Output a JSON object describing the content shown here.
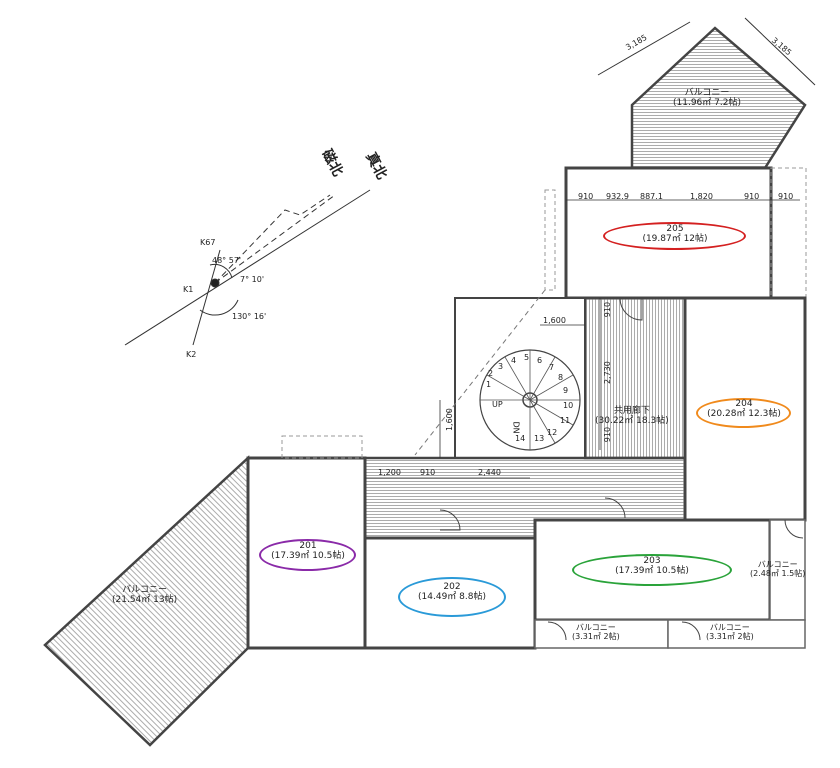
{
  "compass": {
    "true_north": "真北",
    "magnetic_north": "磁北",
    "angle_1": "48° 57'",
    "angle_2": "7° 10'",
    "angle_3": "130° 16'",
    "point_k67": "K67",
    "point_k1": "K1",
    "point_k2": "K2"
  },
  "rooms": {
    "r205": {
      "number": "205",
      "area": "(19.87㎡ 12帖)"
    },
    "r204": {
      "number": "204",
      "area": "(20.28㎡ 12.3帖)"
    },
    "r203": {
      "number": "203",
      "area": "(17.39㎡ 10.5帖)"
    },
    "r202": {
      "number": "202",
      "area": "(14.49㎡ 8.8帖)"
    },
    "r201": {
      "number": "201",
      "area": "(17.39㎡ 10.5帖)"
    }
  },
  "corridor": {
    "name": "共用廊下",
    "area": "(30.22㎡ 18.3帖)"
  },
  "balconies": {
    "top": {
      "name": "バルコニー",
      "area": "(11.96㎡ 7.2帖)"
    },
    "left": {
      "name": "バルコニー",
      "area": "(21.54㎡ 13帖)"
    },
    "bottom_1": {
      "name": "バルコニー",
      "area": "(3.31㎡ 2帖)"
    },
    "bottom_2": {
      "name": "バルコニー",
      "area": "(3.31㎡ 2帖)"
    },
    "right": {
      "name": "バルコニー",
      "area": "(2.48㎡ 1.5帖)"
    }
  },
  "dimensions": {
    "top_row": [
      "910",
      "932.9",
      "887.1",
      "1,820",
      "910",
      "910"
    ],
    "balcony_side_1": "3,185",
    "balcony_side_2": "3,185",
    "stair_width": "1,600",
    "stair_height": "1,600",
    "corridor_v1": "910",
    "corridor_v2": "2,730",
    "corridor_v3": "910",
    "lower_row": [
      "1,200",
      "910",
      "2,440"
    ]
  },
  "stairs": {
    "up_label": "UP",
    "down_label": "DN",
    "steps": [
      "1",
      "2",
      "3",
      "4",
      "5",
      "6",
      "7",
      "8",
      "9",
      "10",
      "11",
      "12",
      "13",
      "14"
    ]
  },
  "colors": {
    "room_205_oval": "#d42020",
    "room_204_oval": "#f08a1c",
    "room_203_oval": "#2aa33a",
    "room_202_oval": "#2a9ad8",
    "room_201_oval": "#8a2aa8",
    "wall": "#444444",
    "hatch": "#777777"
  }
}
